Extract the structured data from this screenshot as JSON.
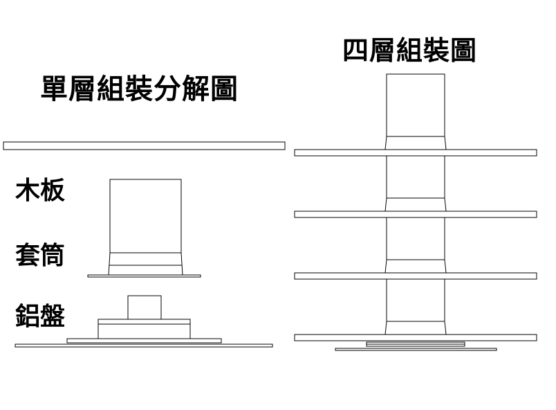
{
  "titles": {
    "single": "單層組裝分解圖",
    "four": "四層組裝圖"
  },
  "labels": {
    "board": "木板",
    "sleeve": "套筒",
    "tray": "鋁盤"
  }
}
